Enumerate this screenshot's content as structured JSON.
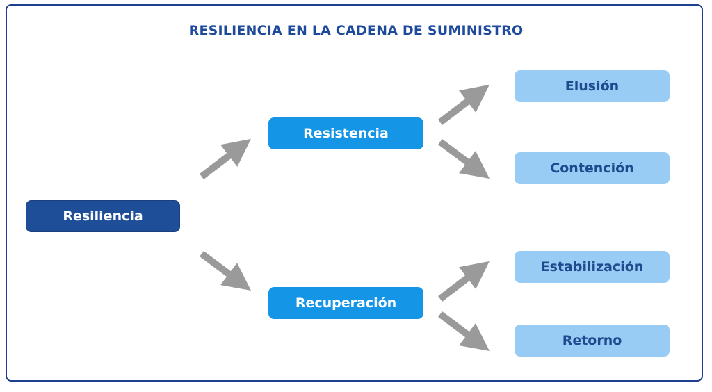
{
  "title": "RESILIENCIA EN LA CADENA DE SUMINISTRO",
  "root": {
    "label": "Resiliencia"
  },
  "branches": [
    {
      "label": "Resistencia",
      "children": [
        {
          "label": "Elusión"
        },
        {
          "label": "Contención"
        }
      ]
    },
    {
      "label": "Recuperación",
      "children": [
        {
          "label": "Estabilización"
        },
        {
          "label": "Retorno"
        }
      ]
    }
  ],
  "colors": {
    "root": "#1f4e98",
    "branch": "#1595e6",
    "leaf": "#99ccf5",
    "leaf_text": "#1e4a8e",
    "arrow": "#9a9a9a",
    "frame": "#1e3f8f"
  }
}
